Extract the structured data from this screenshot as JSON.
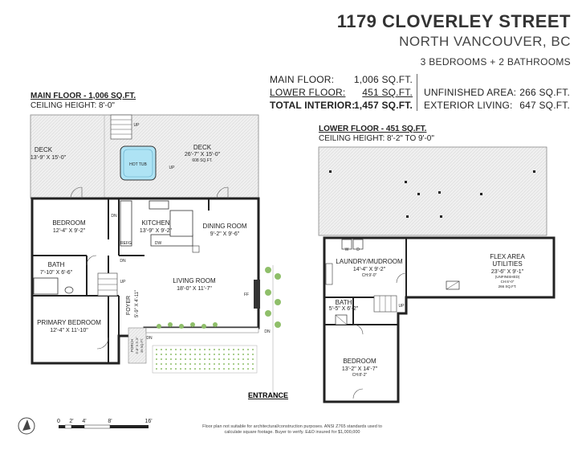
{
  "header": {
    "street": "1179 CLOVERLEY STREET",
    "city": "NORTH VANCOUVER, BC",
    "beds_baths": "3 BEDROOMS + 2 BATHROOMS"
  },
  "areas": {
    "main_label": "MAIN FLOOR:",
    "main_value": "1,006 SQ.FT.",
    "lower_label": "LOWER FLOOR:",
    "lower_value": "451 SQ.FT.",
    "total_label": "TOTAL INTERIOR:",
    "total_value": "1,457 SQ.FT.",
    "unfinished_label": "UNFINISHED AREA:",
    "unfinished_value": "266 SQ.FT.",
    "exterior_label": "EXTERIOR LIVING:",
    "exterior_value": "647 SQ.FT."
  },
  "main_floor": {
    "title": "MAIN FLOOR - 1,006 SQ.FT.",
    "ceiling": "CEILING HEIGHT: 8'-0\"",
    "rooms": {
      "deck_left_name": "DECK",
      "deck_left_dim": "13'-9\" X 15'-0\"",
      "deck_right_name": "DECK",
      "deck_right_dim": "26'-7\" X 15'-0\"",
      "deck_right_area": "608 SQ.FT.",
      "hot_tub": "HOT TUB",
      "bedroom_name": "BEDROOM",
      "bedroom_dim": "12'-4\" X 9'-2\"",
      "kitchen_name": "KITCHEN",
      "kitchen_dim": "13'-9\" X 9'-2\"",
      "dining_name": "DINING ROOM",
      "dining_dim": "9'-2\" X 9'-6\"",
      "bath_name": "BATH",
      "bath_dim": "7'-10\" X 6'-6\"",
      "living_name": "LIVING ROOM",
      "living_dim": "18'-0\" X 11'-7\"",
      "foyer": "FOYER",
      "foyer_dim": "5'-9\" X 4'-11\"",
      "primary_name": "PRIMARY BEDROOM",
      "primary_dim": "12'-4\" X 11'-10\"",
      "porch": "PORCH",
      "porch_dim": "5'-8\" X 5'-3\"",
      "porch_area": "39 SQ.FT.",
      "refg": "REFG",
      "dw": "DW",
      "up1": "UP",
      "up2": "UP",
      "up3": "UP",
      "dn1": "DN",
      "dn2": "DN",
      "dn3": "DN",
      "dn4": "DN",
      "ff": "FF",
      "entrance": "ENTRANCE"
    }
  },
  "lower_floor": {
    "title": "LOWER FLOOR - 451 SQ.FT.",
    "ceiling": "CEILING HEIGHT: 8'-2\" TO 9'-0\"",
    "rooms": {
      "laundry_name": "LAUNDRY/MUDROOM",
      "laundry_dim": "14'-4\" X 9'-2\"",
      "laundry_ch": "CH:9'-0\"",
      "flex_name": "FLEX AREA",
      "flex_name2": "UTILITIES",
      "flex_dim": "23'-6\" X 9'-1\"",
      "flex_unf": "(UNFINISHED)",
      "flex_ch": "CH:6'-0\"",
      "flex_area": "266 SQ.FT.",
      "bath_name": "BATH",
      "bath_dim": "5'-5\" X 6'-2\"",
      "bedroom_name": "BEDROOM",
      "bedroom_dim": "13'-2\" X 14'-7\"",
      "bedroom_ch": "CH:8'-2\"",
      "w": "W",
      "d": "D",
      "up": "UP"
    }
  },
  "scale": {
    "t0": "0",
    "t2": "2'",
    "t4": "4'",
    "t8": "8'",
    "t16": "16'"
  },
  "disclaimer": {
    "line1": "Floor plan not suitable for architectural/construction purposes. ANSI Z765 standards used to",
    "line2": "calculate square footage. Buyer to verify. E&O insured for $1,000,000"
  }
}
